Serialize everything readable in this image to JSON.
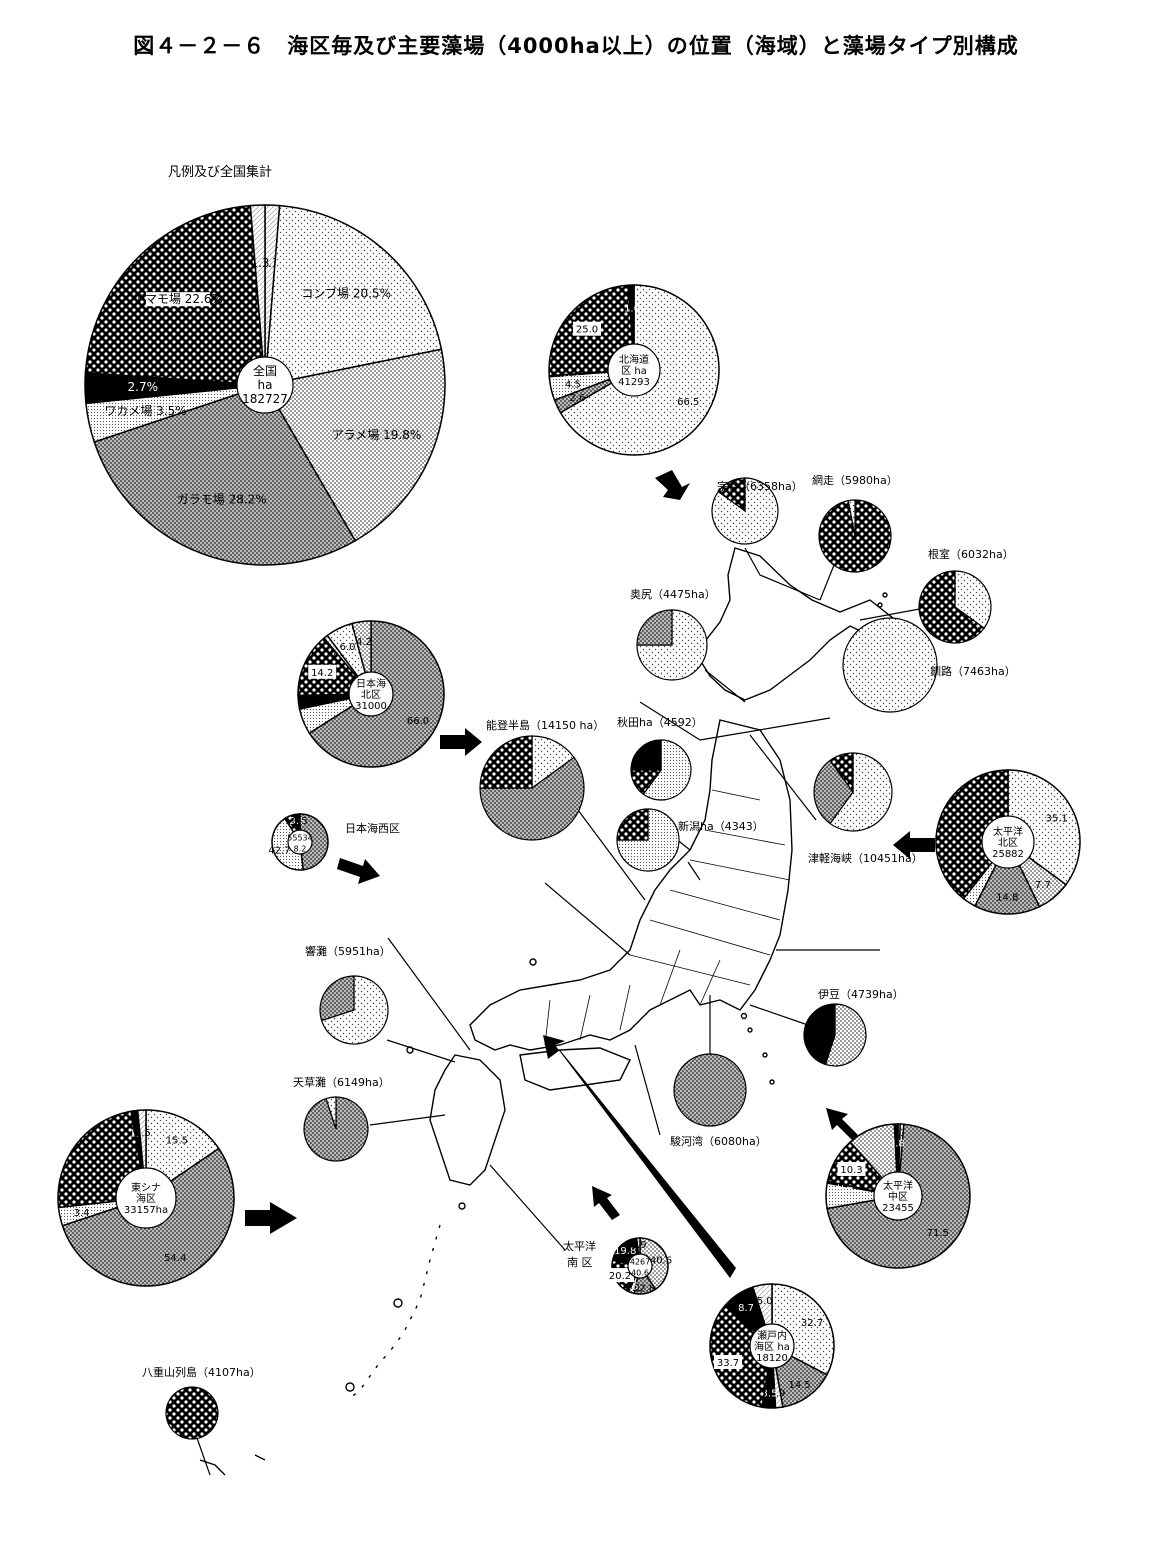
{
  "title": "図４－２－６　海区毎及び主要藻場（4000ha以上）の位置（海域）と藻場タイプ別構成",
  "legend_heading": "凡例及び全国集計",
  "colors": {
    "kelp": "#e4e4e4",
    "arame": "#c9c9c9",
    "garamo": "#b9b9b9",
    "wakame": "#d7d7d7",
    "amamo": "#2e2e2e",
    "small": "#000000",
    "other": "#f6f6f6",
    "outline": "#000000"
  },
  "chart_data": [
    {
      "type": "pie",
      "id": "national",
      "center_lines": [
        "全国",
        "ha",
        "182727"
      ],
      "slices": [
        {
          "type": "other",
          "value": 1.3,
          "label": "1.3"
        },
        {
          "type": "kelp",
          "value": 20.5,
          "label": "コンブ場 20.5%"
        },
        {
          "type": "arame",
          "value": 19.8,
          "label": "アラメ場 19.8%"
        },
        {
          "type": "garamo",
          "value": 28.2,
          "label": "ガラモ場 28.2%"
        },
        {
          "type": "wakame",
          "value": 3.5,
          "label": "ワカメ場 3.5%"
        },
        {
          "type": "small",
          "value": 2.7,
          "label": "2.7%"
        },
        {
          "type": "amamo",
          "value": 22.6,
          "label": "アマモ場 22.6%"
        },
        {
          "type": "other",
          "value": 1.3,
          "label": "1.3"
        }
      ]
    },
    {
      "type": "pie",
      "id": "hokkaido",
      "center_lines": [
        "北海道",
        "区 ha",
        "41293"
      ],
      "slices": [
        {
          "type": "kelp",
          "value": 66.5,
          "label": "66.5"
        },
        {
          "type": "garamo",
          "value": 2.6,
          "label": "2.6"
        },
        {
          "type": "wakame",
          "value": 4.5,
          "label": "4.5"
        },
        {
          "type": "small",
          "value": 0.2,
          "label": "0.2"
        },
        {
          "type": "amamo",
          "value": 25.0,
          "label": "25.0"
        },
        {
          "type": "small",
          "value": 1.0,
          "label": "1.0"
        }
      ]
    },
    {
      "type": "pie",
      "id": "japansea-north",
      "center_lines": [
        "日本海",
        "北区",
        "31000"
      ],
      "slices": [
        {
          "type": "garamo",
          "value": 66.0,
          "label": "66.0"
        },
        {
          "type": "wakame",
          "value": 5.7,
          "label": ""
        },
        {
          "type": "small",
          "value": 3.0,
          "label": ""
        },
        {
          "type": "amamo",
          "value": 14.2,
          "label": "14.2"
        },
        {
          "type": "other",
          "value": 0.9,
          "label": "0.9"
        },
        {
          "type": "kelp",
          "value": 6.0,
          "label": "6.0"
        },
        {
          "type": "arame",
          "value": 4.2,
          "label": "4.2"
        }
      ]
    },
    {
      "type": "pie",
      "id": "japansea-west",
      "center_lines": [
        "55534",
        "8.2"
      ],
      "slices": [
        {
          "type": "garamo",
          "value": 48.2,
          "label": ""
        },
        {
          "type": "wakame",
          "value": 42.7,
          "label": "42.7"
        },
        {
          "type": "amamo",
          "value": 5.8,
          "label": ""
        },
        {
          "type": "small",
          "value": 2.8,
          "label": "2.8"
        },
        {
          "type": "other",
          "value": 0.5,
          "label": "0.5"
        }
      ]
    },
    {
      "type": "pie",
      "id": "pacific-north",
      "center_lines": [
        "太平洋",
        "北区",
        "25882"
      ],
      "slices": [
        {
          "type": "kelp",
          "value": 35.1,
          "label": "35.1"
        },
        {
          "type": "arame",
          "value": 7.7,
          "label": "7.7"
        },
        {
          "type": "garamo",
          "value": 14.8,
          "label": "14.8"
        },
        {
          "type": "wakame",
          "value": 3.0,
          "label": ""
        },
        {
          "type": "amamo",
          "value": 39.4,
          "label": ""
        }
      ]
    },
    {
      "type": "pie",
      "id": "pacific-middle",
      "center_lines": [
        "太平洋",
        "中区",
        "23455"
      ],
      "slices": [
        {
          "type": "other",
          "value": 0.5,
          "label": "0.5"
        },
        {
          "type": "kelp",
          "value": 0.8,
          "label": ""
        },
        {
          "type": "garamo",
          "value": 71.5,
          "label": "71.5"
        },
        {
          "type": "wakame",
          "value": 5.7,
          "label": ""
        },
        {
          "type": "small",
          "value": 0.4,
          "label": "0.4"
        },
        {
          "type": "amamo",
          "value": 10.3,
          "label": "10.3"
        },
        {
          "type": "arame",
          "value": 10.8,
          "label": ""
        },
        {
          "type": "small",
          "value": 0.8,
          "label": "0.8"
        }
      ]
    },
    {
      "type": "pie",
      "id": "pacific-south",
      "center_lines": [
        "4267",
        "40.6"
      ],
      "slices": [
        {
          "type": "arame",
          "value": 40.6,
          "label": "40.6"
        },
        {
          "type": "garamo",
          "value": 12.8,
          "label": "12.8"
        },
        {
          "type": "wakame",
          "value": 3.1,
          "label": "3.1"
        },
        {
          "type": "small",
          "value": 1.6,
          "label": "1.6"
        },
        {
          "type": "amamo",
          "value": 20.2,
          "label": "20.2"
        },
        {
          "type": "small",
          "value": 19.8,
          "label": "19.8"
        },
        {
          "type": "other",
          "value": 1.9,
          "label": "1.9"
        }
      ]
    },
    {
      "type": "pie",
      "id": "setonaikai",
      "center_lines": [
        "瀬戸内",
        "海区 ha",
        "18120"
      ],
      "slices": [
        {
          "type": "kelp",
          "value": 32.7,
          "label": "32.7"
        },
        {
          "type": "garamo",
          "value": 14.5,
          "label": "14.5"
        },
        {
          "type": "other",
          "value": 1.9,
          "label": "1.9"
        },
        {
          "type": "small",
          "value": 3.5,
          "label": "3.5"
        },
        {
          "type": "amamo",
          "value": 33.7,
          "label": "33.7"
        },
        {
          "type": "small",
          "value": 8.7,
          "label": "8.7"
        },
        {
          "type": "other",
          "value": 5.0,
          "label": "5.0"
        }
      ]
    },
    {
      "type": "pie",
      "id": "eastchina",
      "center_lines": [
        "東シナ",
        "海区",
        "33157ha"
      ],
      "slices": [
        {
          "type": "kelp",
          "value": 15.5,
          "label": "15.5"
        },
        {
          "type": "garamo",
          "value": 54.4,
          "label": "54.4"
        },
        {
          "type": "wakame",
          "value": 3.4,
          "label": "3.4"
        },
        {
          "type": "amamo",
          "value": 24.0,
          "label": ""
        },
        {
          "type": "small",
          "value": 1.2,
          "label": "1.2"
        },
        {
          "type": "other",
          "value": 1.5,
          "label": "1.5"
        }
      ]
    }
  ],
  "small_pies": [
    {
      "id": "soya",
      "label": "宗谷（6358ha）",
      "slices": [
        {
          "type": "kelp",
          "value": 85
        },
        {
          "type": "amamo",
          "value": 15
        }
      ]
    },
    {
      "id": "abashiri",
      "label": "網走（5980ha）",
      "slices": [
        {
          "type": "amamo",
          "value": 97
        },
        {
          "type": "kelp",
          "value": 3
        }
      ]
    },
    {
      "id": "nemuro",
      "label": "根室（6032ha）",
      "slices": [
        {
          "type": "kelp",
          "value": 35
        },
        {
          "type": "amamo",
          "value": 65
        }
      ]
    },
    {
      "id": "kushiro",
      "label": "釧路（7463ha）",
      "slices": [
        {
          "type": "kelp",
          "value": 100
        }
      ]
    },
    {
      "id": "okushiri",
      "label": "奥尻（4475ha）",
      "slices": [
        {
          "type": "kelp",
          "value": 75
        },
        {
          "type": "garamo",
          "value": 25
        }
      ]
    },
    {
      "id": "noto",
      "label": "能登半島（14150 ha）",
      "slices": [
        {
          "type": "kelp",
          "value": 15
        },
        {
          "type": "garamo",
          "value": 60
        },
        {
          "type": "amamo",
          "value": 25
        }
      ]
    },
    {
      "id": "akita",
      "label": "秋田ha（4592）",
      "slices": [
        {
          "type": "wakame",
          "value": 60
        },
        {
          "type": "amamo",
          "value": 15
        },
        {
          "type": "small",
          "value": 25
        }
      ]
    },
    {
      "id": "niigata",
      "label": "新潟ha（4343）",
      "slices": [
        {
          "type": "wakame",
          "value": 75
        },
        {
          "type": "amamo",
          "value": 25
        }
      ]
    },
    {
      "id": "tsugaru",
      "label": "津軽海峡（10451ha）",
      "slices": [
        {
          "type": "kelp",
          "value": 60
        },
        {
          "type": "garamo",
          "value": 30
        },
        {
          "type": "amamo",
          "value": 10
        }
      ]
    },
    {
      "id": "hibiki",
      "label": "響灘（5951ha）",
      "slices": [
        {
          "type": "kelp",
          "value": 70
        },
        {
          "type": "garamo",
          "value": 30
        }
      ]
    },
    {
      "id": "amakusa",
      "label": "天草灘（6149ha）",
      "slices": [
        {
          "type": "garamo",
          "value": 95
        },
        {
          "type": "kelp",
          "value": 5
        }
      ]
    },
    {
      "id": "izu",
      "label": "伊豆（4739ha）",
      "slices": [
        {
          "type": "arame",
          "value": 55
        },
        {
          "type": "small",
          "value": 45
        }
      ]
    },
    {
      "id": "suruga",
      "label": "駿河湾（6080ha）",
      "slices": [
        {
          "type": "garamo",
          "value": 100
        }
      ]
    },
    {
      "id": "yaeyama",
      "label": "八重山列島（4107ha）",
      "slices": [
        {
          "type": "amamo",
          "value": 100
        }
      ]
    }
  ],
  "map_labels": {
    "pacific_south": "太平洋\n南区",
    "japansea_west": "日本海西区",
    "north_sea_ha": "ha"
  }
}
